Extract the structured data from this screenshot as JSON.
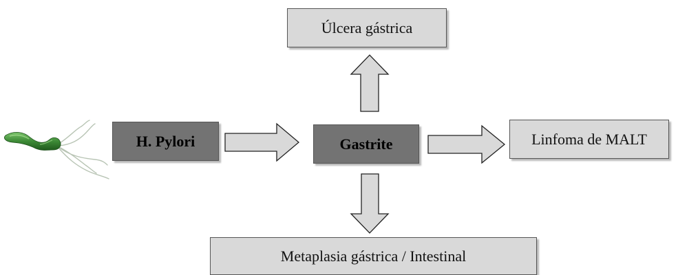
{
  "diagram": {
    "nodes": {
      "ulcera": "Úlcera gástrica",
      "pylori": "H. Pylori",
      "gastrite": "Gastrite",
      "linfoma": "Linfoma de MALT",
      "metaplasia": "Metaplasia gástrica / Intestinal"
    },
    "edges": [
      {
        "from": "pylori",
        "to": "gastrite"
      },
      {
        "from": "gastrite",
        "to": "ulcera"
      },
      {
        "from": "gastrite",
        "to": "linfoma"
      },
      {
        "from": "gastrite",
        "to": "metaplasia"
      }
    ],
    "colors": {
      "light_box": "#d9d9d9",
      "dark_box": "#737373",
      "arrow_fill": "#d9d9d9",
      "bacterium": "#3f8a3a"
    },
    "icons": [
      "bacterium-icon"
    ]
  }
}
